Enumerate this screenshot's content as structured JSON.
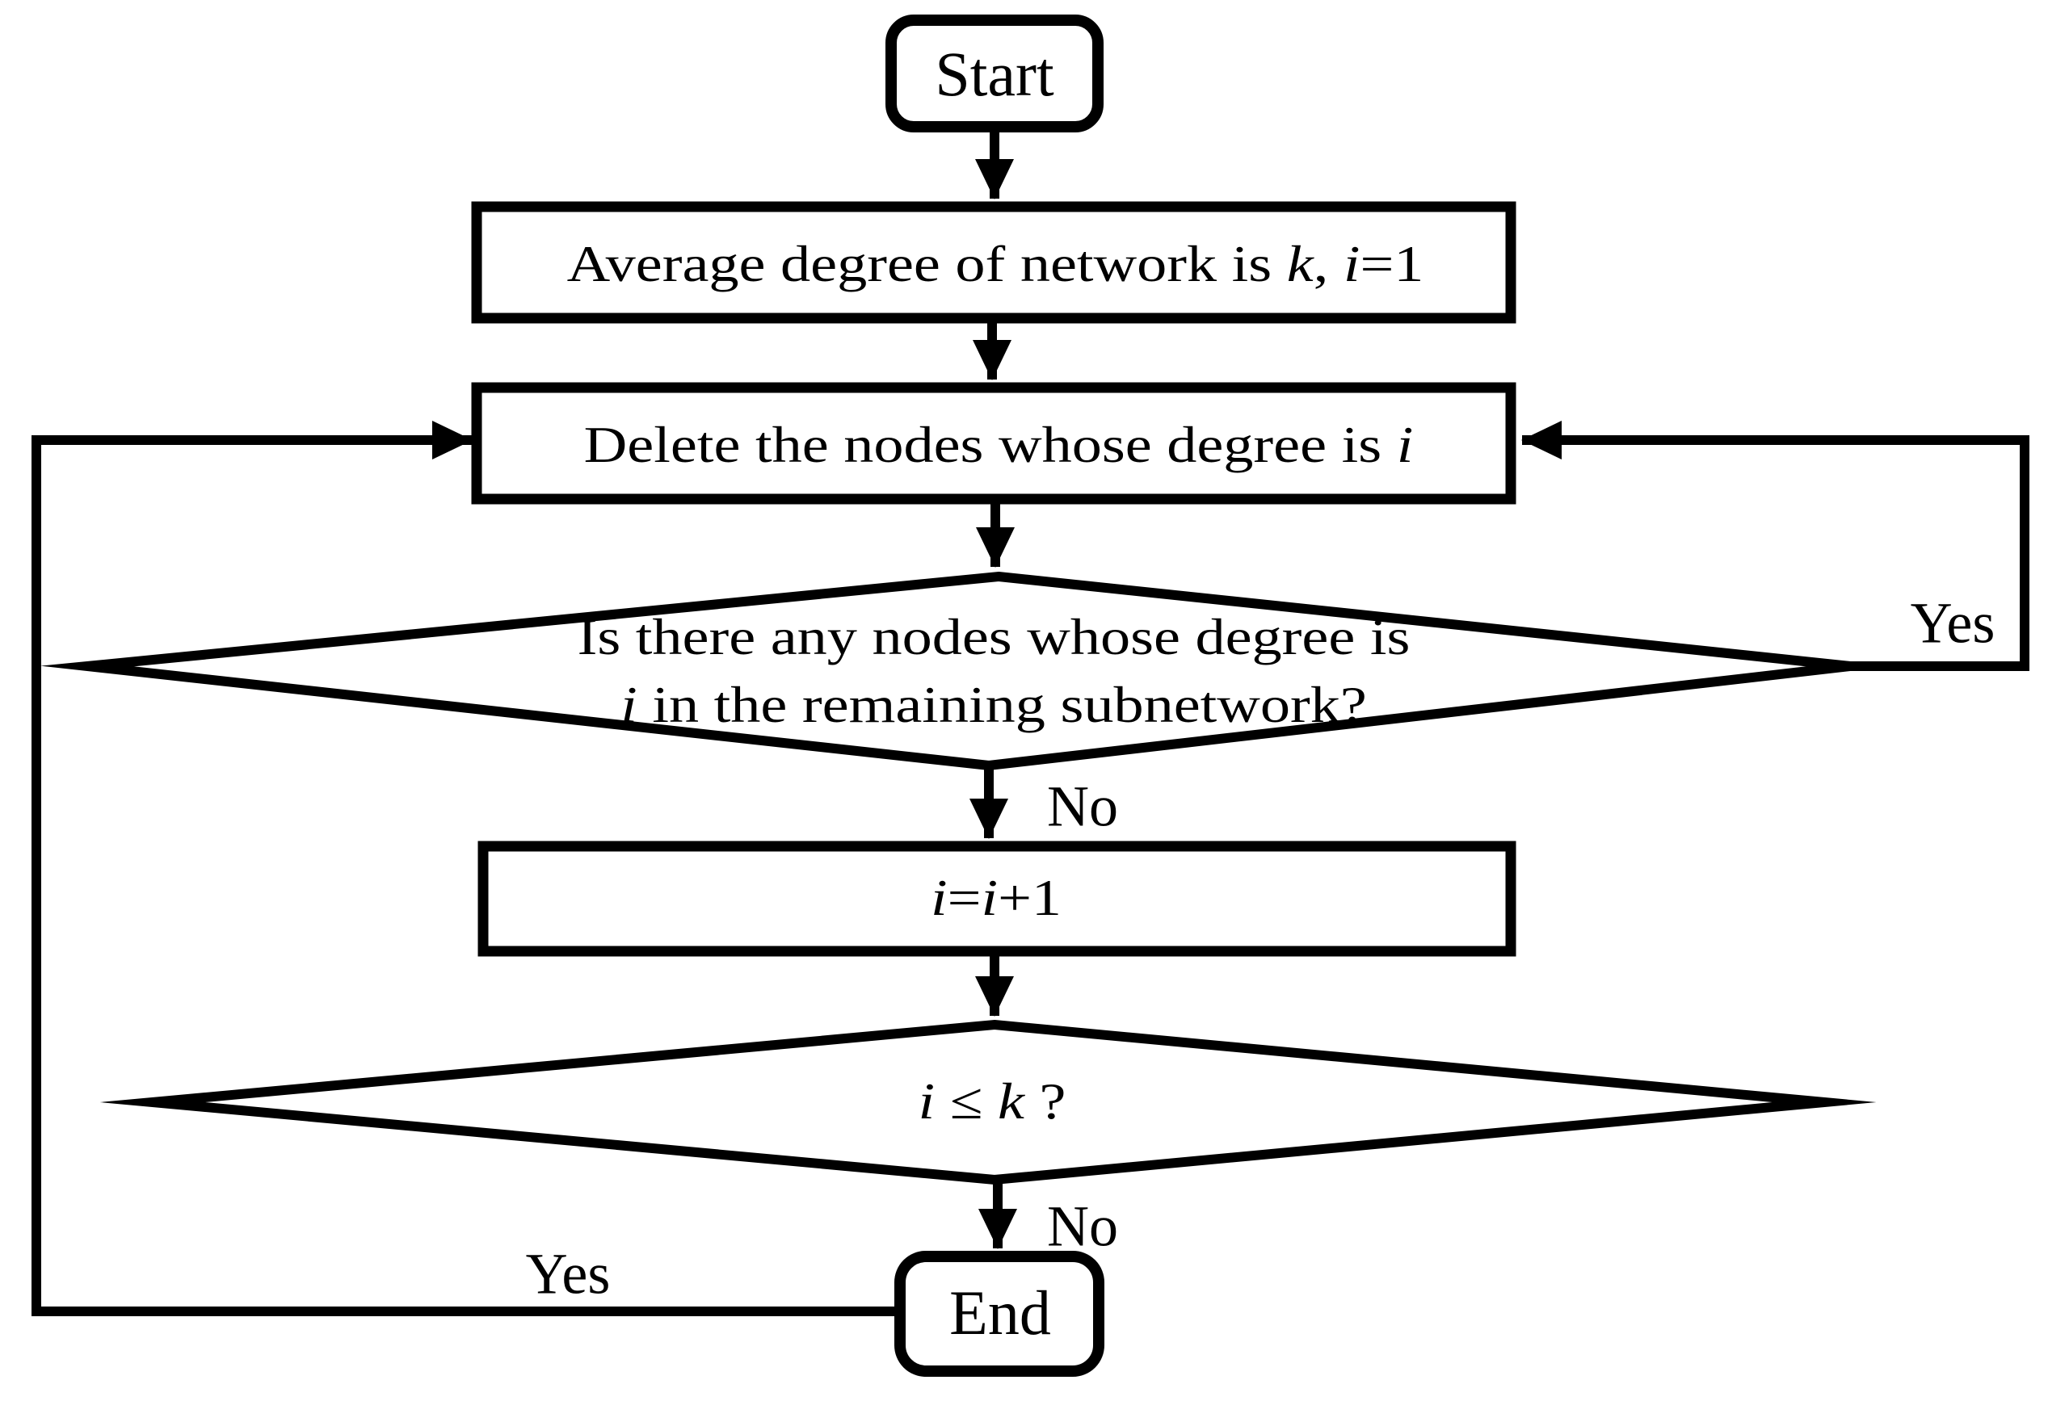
{
  "figure": {
    "type": "flowchart",
    "background": "#ffffff",
    "ink": "#000000",
    "description": "Iterative node-deletion flowchart based on node degree"
  },
  "nodes": {
    "start": {
      "type": "terminator",
      "label": "Start"
    },
    "init": {
      "type": "process",
      "parts": [
        [
          "Average degree of network is ",
          0
        ],
        [
          "k",
          1
        ],
        [
          ", ",
          0
        ],
        [
          "i",
          1
        ],
        [
          "=1",
          0
        ]
      ]
    },
    "delete": {
      "type": "process",
      "parts": [
        [
          "Delete the nodes whose degree is ",
          0
        ],
        [
          "i",
          1
        ]
      ]
    },
    "check_remaining": {
      "type": "decision",
      "line1": [
        [
          "Is there any nodes whose degree is",
          0
        ]
      ],
      "line2": [
        [
          "i",
          1
        ],
        [
          " in the remaining subnetwork?",
          0
        ]
      ]
    },
    "increment": {
      "type": "process",
      "parts": [
        [
          "i",
          1
        ],
        [
          "=",
          0
        ],
        [
          "i",
          1
        ],
        [
          "+1",
          0
        ]
      ]
    },
    "check_k": {
      "type": "decision",
      "parts": [
        [
          "i",
          1
        ],
        [
          " ≤ ",
          0
        ],
        [
          "k",
          1
        ],
        [
          " ?",
          0
        ]
      ]
    },
    "end": {
      "type": "terminator",
      "label": "End"
    }
  },
  "edge_labels": {
    "yes_loop_right": "Yes",
    "no_after_check_remaining": "No",
    "no_after_check_k": "No",
    "yes_loop_bottom": "Yes"
  },
  "edges": [
    {
      "from": "start",
      "to": "init",
      "label": ""
    },
    {
      "from": "init",
      "to": "delete",
      "label": ""
    },
    {
      "from": "delete",
      "to": "check_remaining",
      "label": ""
    },
    {
      "from": "check_remaining",
      "to": "delete",
      "label": "Yes"
    },
    {
      "from": "check_remaining",
      "to": "increment",
      "label": "No"
    },
    {
      "from": "increment",
      "to": "check_k",
      "label": ""
    },
    {
      "from": "check_k",
      "to": "delete",
      "label": "Yes"
    },
    {
      "from": "check_k",
      "to": "end",
      "label": "No"
    }
  ]
}
